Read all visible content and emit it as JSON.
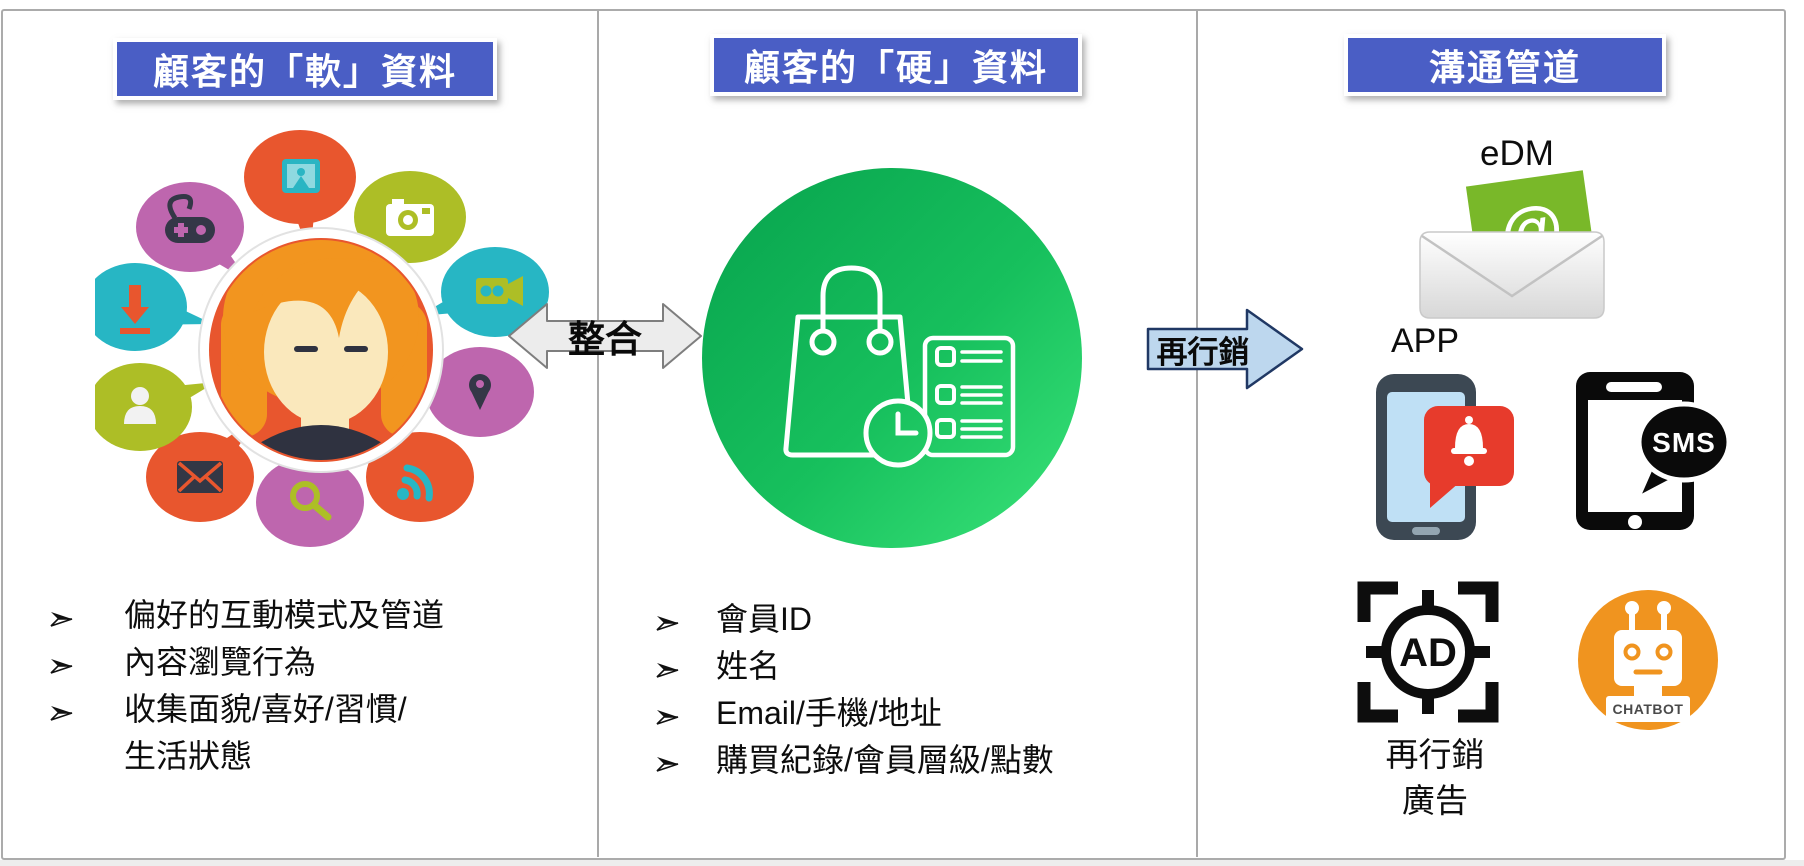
{
  "bullet_marker": "➢",
  "columns": {
    "soft": {
      "header": "顧客的「軟」資料",
      "bullets": [
        "偏好的互動模式及管道",
        "內容瀏覽行為",
        "收集面貌/喜好/習慣/",
        "生活狀態"
      ],
      "illustration_icons": [
        "photo",
        "camera",
        "video-camera",
        "location-pin",
        "wifi",
        "magnifier",
        "mail-envelope",
        "user",
        "download-arrow",
        "game-controller"
      ],
      "illustration_subject": "female-customer-avatar"
    },
    "hard": {
      "header": "顧客的「硬」資料",
      "bullets": [
        "會員ID",
        "姓名",
        "Email/手機/地址",
        "購買紀錄/會員層級/點數"
      ],
      "icon": "shopping-bag-with-clock-and-checklist"
    },
    "channels": {
      "header": "溝通管道",
      "edm_label": "eDM",
      "edm_at_symbol": "@",
      "app_label": "APP",
      "sms_bubble_text": "SMS",
      "ad_badge_text": "AD",
      "ad_caption_line1": "再行銷",
      "ad_caption_line2": "廣告",
      "chatbot_label": "CHATBOT"
    }
  },
  "arrows": {
    "integration": "整合",
    "remarketing": "再行銷"
  },
  "colors": {
    "header_bg": "#4A5EC5",
    "integration_arrow_fill": "#ECECEC",
    "integration_arrow_border": "#7E7E7E",
    "remarketing_arrow_fill": "#BDD7EE",
    "remarketing_arrow_border": "#203864",
    "green_gradient_start": "#07A24D",
    "green_gradient_end": "#3BE47A",
    "edm_paper_green": "#79B829",
    "app_phone_slate": "#3C4853",
    "app_screen_blue": "#BFE0F5",
    "notification_red": "#E73B2C",
    "chatbot_orange": "#F0941F",
    "blob_orange": "#E8562E",
    "blob_olive": "#ADBE26",
    "blob_teal": "#27B6C4",
    "blob_purple": "#BE66AE"
  }
}
